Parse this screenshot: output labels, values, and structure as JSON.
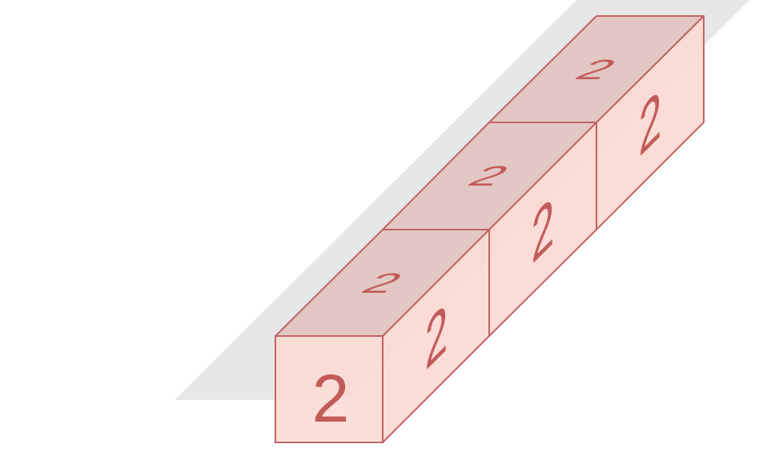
{
  "colors": {
    "background": "#ffffff",
    "shadow": "#e6e6e6",
    "cube_top": "#e3c4c1",
    "cube_side": "#fbd9d2",
    "cube_front": "#fbd9d2",
    "edge": "#c06464",
    "label": "#c35b5b"
  },
  "cubes": [
    {
      "front_label": "2",
      "top_label": "2",
      "side_label": "2"
    },
    {
      "front_label": "",
      "top_label": "2",
      "side_label": "2"
    },
    {
      "front_label": "",
      "top_label": "2",
      "side_label": "2"
    }
  ]
}
